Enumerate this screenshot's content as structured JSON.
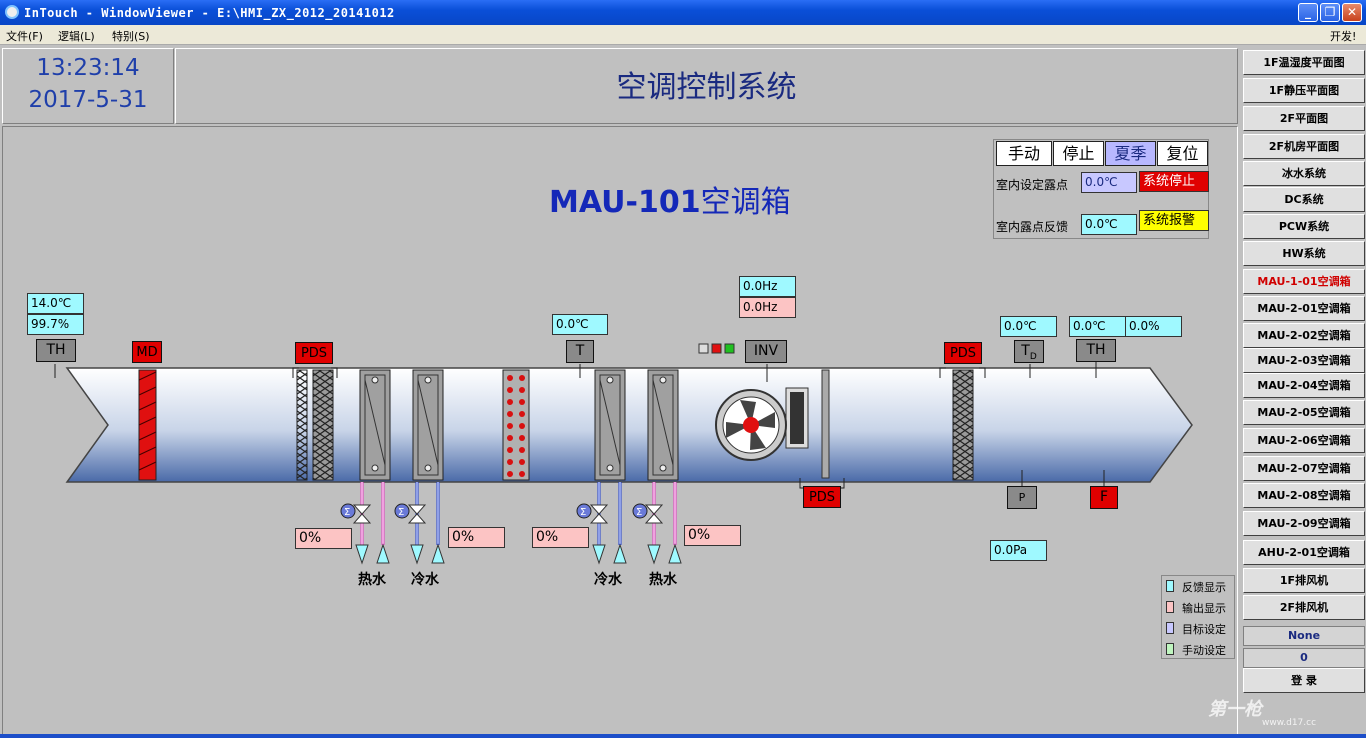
{
  "window": {
    "title": "InTouch - WindowViewer - E:\\HMI_ZX_2012_20141012"
  },
  "menu": {
    "items": [
      "文件(F)",
      "逻辑(L)",
      "特别(S)"
    ],
    "right": "开发!"
  },
  "clock": {
    "time": "13:23:14",
    "date": "2017-5-31"
  },
  "header": {
    "title": "空调控制系统"
  },
  "unit": {
    "name": "MAU-101",
    "suffix": "空调箱"
  },
  "controls": {
    "manual": "手动",
    "stop": "停止",
    "summer": "夏季",
    "reset": "复位",
    "setpoint_label": "室内设定露点",
    "setpoint_value": "0.0℃",
    "sys_stop": "系统停止",
    "feedback_label": "室内露点反馈",
    "feedback_value": "0.0℃",
    "sys_alarm": "系统报警"
  },
  "sensors": {
    "th_inlet_temp": "14.0℃",
    "th_inlet_hum": "99.7%",
    "th_inlet_label": "TH",
    "md_label": "MD",
    "pds1_label": "PDS",
    "pds2_label": "PDS",
    "pds3_label": "PDS",
    "t_value": "0.0℃",
    "t_label": "T",
    "inv_hz_feedback": "0.0Hz",
    "inv_hz_output": "0.0Hz",
    "inv_label": "INV",
    "td_value": "0.0℃",
    "td_label": "T",
    "td_sub": "D",
    "th_outlet_temp": "0.0℃",
    "th_outlet_hum": "0.0%",
    "th_outlet_label": "TH",
    "p_label": "P",
    "p_value": "0.0Pa",
    "f_label": "F"
  },
  "valves": [
    {
      "value": "0%",
      "water": "热水"
    },
    {
      "value": "0%",
      "water": "冷水"
    },
    {
      "value": "0%",
      "water": "冷水"
    },
    {
      "value": "0%",
      "water": "热水"
    }
  ],
  "legend": [
    {
      "label": "反馈显示",
      "color": "#9ff9ff"
    },
    {
      "label": "输出显示",
      "color": "#fcc4c4"
    },
    {
      "label": "目标设定",
      "color": "#c8c8ff"
    },
    {
      "label": "手动设定",
      "color": "#bff5bf"
    }
  ],
  "nav": {
    "items": [
      "1F温湿度平面图",
      "1F静压平面图",
      "2F平面图",
      "2F机房平面图",
      "冰水系统",
      "DC系统",
      "PCW系统",
      "HW系统",
      "MAU-1-01空调箱",
      "MAU-2-01空调箱",
      "MAU-2-02空调箱",
      "MAU-2-03空调箱",
      "MAU-2-04空调箱",
      "MAU-2-05空调箱",
      "MAU-2-06空调箱",
      "MAU-2-07空调箱",
      "MAU-2-08空调箱",
      "MAU-2-09空调箱",
      "AHU-2-01空调箱",
      "1F排风机",
      "2F排风机"
    ],
    "user": "None",
    "level": "0",
    "login": "登 录"
  },
  "watermark": {
    "text": "第一枪",
    "url": "www.d17.cc"
  }
}
